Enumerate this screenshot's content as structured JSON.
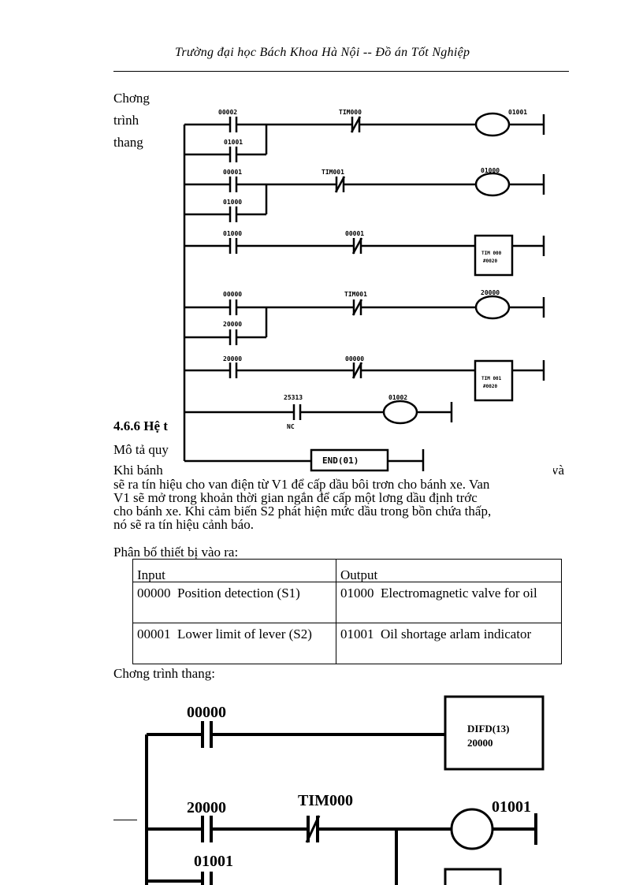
{
  "header": {
    "text": "Trường   đại học Bách Khoa Hà Nội  -- Đồ án Tốt Nghiệp"
  },
  "side_caption": [
    "Chơng",
    "trình",
    "thang"
  ],
  "ladder1": {
    "rungs": [
      {
        "contacts": [
          "00002",
          "01001"
        ],
        "nc": "TIM000",
        "out": "01001"
      },
      {
        "contacts": [
          "00001",
          "01000"
        ],
        "nc": "TIM001",
        "out": "01000"
      },
      {
        "contacts": [
          "01000"
        ],
        "nc": "00001",
        "out_box": [
          "TIM 000",
          "#0020"
        ]
      },
      {
        "contacts": [
          "00000",
          "20000"
        ],
        "nc": "TIM001",
        "out": "20000"
      },
      {
        "contacts": [
          "20000"
        ],
        "nc": "00000",
        "out_box": [
          "TIM 001",
          "#0020"
        ]
      },
      {
        "contacts": [
          "25313"
        ],
        "contact_note": "NC",
        "out": "01002"
      }
    ],
    "end_label": "END(01)"
  },
  "section_heading": "4.6.6 Hệ t",
  "desc_fragment": "Mô tả quy",
  "para1_line1_left": "Khi bánh",
  "para1_line1_right": "và",
  "para1_lines": [
    "sẽ ra tín hiệu cho van điện từ V1 để cấp dầu bôi trơn cho bánh xe. Van",
    "V1 sẽ mở trong khoản thời gian ngắn để cấp một lơng   dầu định trớc",
    "cho bánh xe. Khi cảm biến S2 phát hiện mức dầu trong bồn chứa thấp,",
    "nó sẽ ra tín hiệu cảnh báo."
  ],
  "io_title": "Phân bố thiết bị vào ra:",
  "io_table": {
    "headers": [
      "Input",
      "Output"
    ],
    "rows": [
      {
        "input_code": "00000",
        "input_text": "Position detection (S1)",
        "output_code": "01000",
        "output_text": "Electromagnetic valve for oil"
      },
      {
        "input_code": "00001",
        "input_text": "Lower limit of lever (S2)",
        "output_code": "01001",
        "output_text": "Oil shortage arlam indicator"
      }
    ]
  },
  "ladder2_title": "Chơng   trình thang:",
  "ladder2": {
    "c1": "00000",
    "box": [
      "DIFD(13)",
      "20000"
    ],
    "c2": "20000",
    "nc": "TIM000",
    "out": "01001",
    "c3": "01001"
  }
}
